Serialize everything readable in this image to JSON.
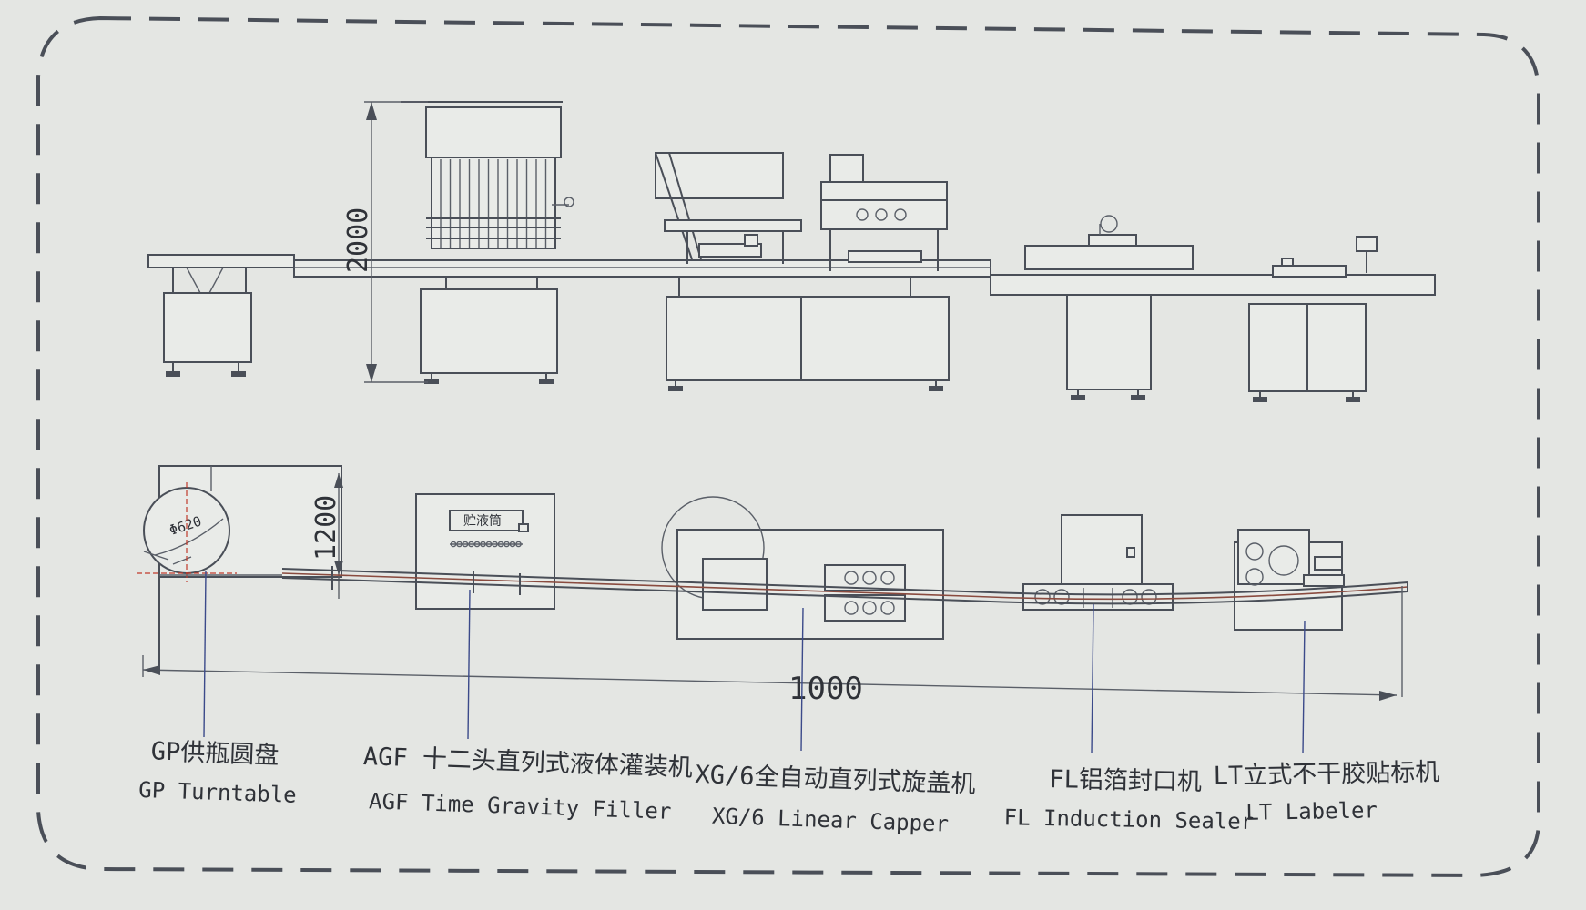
{
  "dimensions": {
    "height": "2000",
    "depth": "1200",
    "length": "1000"
  },
  "tank_label": "贮液筒",
  "turntable_mark": "Φ620",
  "machines": [
    {
      "cn": "GP供瓶圆盘",
      "en": "GP Turntable"
    },
    {
      "cn": "AGF 十二头直列式液体灌装机",
      "en": "AGF Time Gravity Filler"
    },
    {
      "cn": "XG/6全自动直列式旋盖机",
      "en": "XG/6 Linear Capper"
    },
    {
      "cn": "FL铝箔封口机",
      "en": "FL Induction Sealer"
    },
    {
      "cn": "LT立式不干胶贴标机",
      "en": "LT Labeler"
    }
  ]
}
